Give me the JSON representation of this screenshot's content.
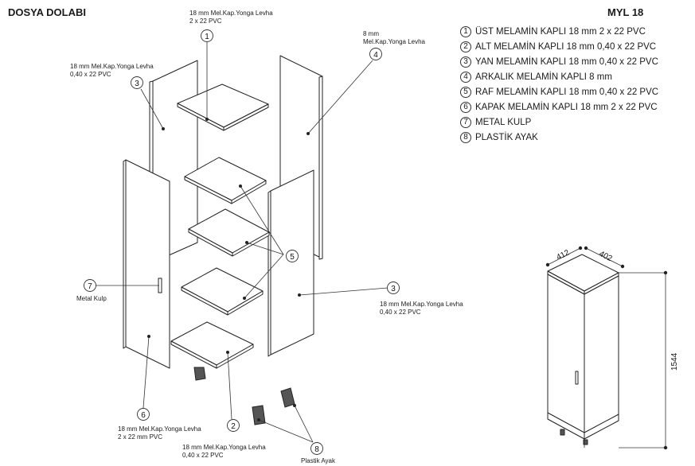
{
  "header": {
    "title": "DOSYA DOLABI",
    "code": "MYL 18"
  },
  "parts": [
    {
      "num": "1",
      "label": "ÜST MELAMİN KAPLI 18 mm 2 x 22 PVC"
    },
    {
      "num": "2",
      "label": "ALT MELAMİN KAPLI 18 mm  0,40 x 22 PVC"
    },
    {
      "num": "3",
      "label": "YAN MELAMİN KAPLI 18 mm  0,40 x 22 PVC"
    },
    {
      "num": "4",
      "label": "ARKALIK MELAMİN KAPLI 8 mm"
    },
    {
      "num": "5",
      "label": "RAF MELAMİN KAPLI 18 mm  0,40 x 22 PVC"
    },
    {
      "num": "6",
      "label": "KAPAK MELAMİN KAPLI 18 mm  2 x 22 PVC"
    },
    {
      "num": "7",
      "label": "METAL KULP"
    },
    {
      "num": "8",
      "label": "PLASTİK AYAK"
    }
  ],
  "callouts": {
    "c1": {
      "num": "1",
      "line1": "18 mm Mel.Kap.Yonga Levha",
      "line2": "2 x 22 PVC"
    },
    "c4": {
      "num": "4",
      "line1": "8 mm",
      "line2": "Mel.Kap.Yonga Levha"
    },
    "c3a": {
      "num": "3",
      "line1": "18 mm Mel.Kap.Yonga Levha",
      "line2": "0,40 x 22 PVC"
    },
    "c3b": {
      "num": "3",
      "line1": "18 mm Mel.Kap.Yonga Levha",
      "line2": "0,40 x 22 PVC"
    },
    "c5": {
      "num": "5"
    },
    "c7": {
      "num": "7",
      "line1": "Metal Kulp"
    },
    "c6": {
      "num": "6",
      "line1": "18 mm Mel.Kap.Yonga Levha",
      "line2": "2 x 22 mm PVC"
    },
    "c2": {
      "num": "2",
      "line1": "18 mm Mel.Kap.Yonga Levha",
      "line2": "0,40 x 22 PVC"
    },
    "c8": {
      "num": "8",
      "line1": "Plastik Ayak"
    }
  },
  "dimensions": {
    "width": "412",
    "depth": "402",
    "height": "1544"
  }
}
